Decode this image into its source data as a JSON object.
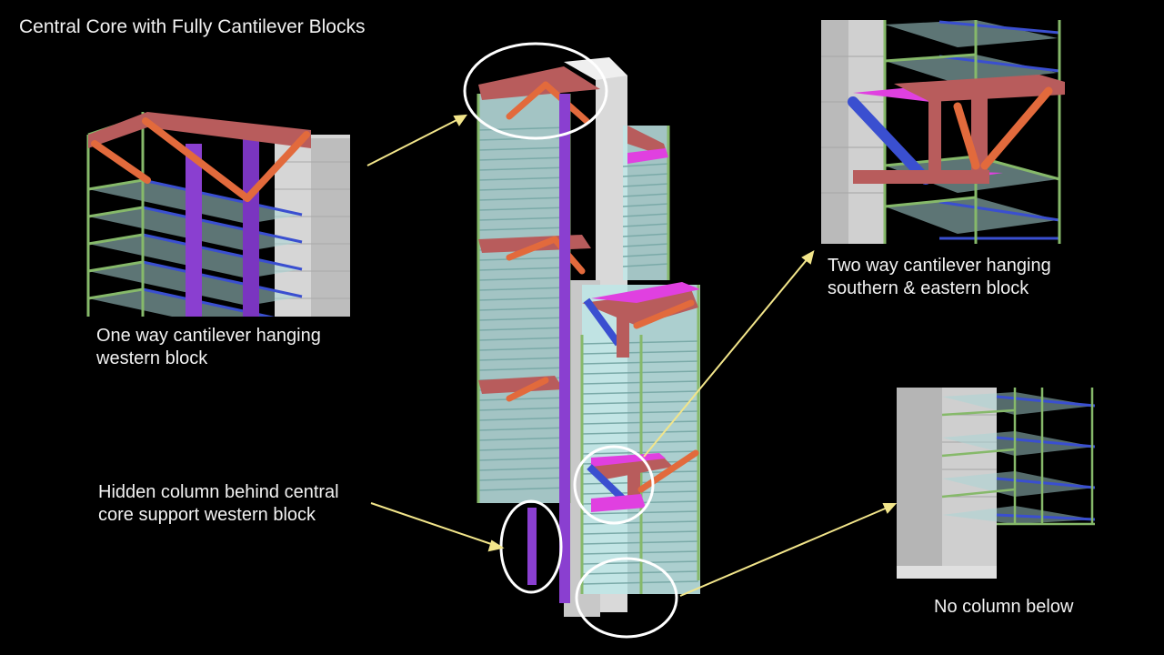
{
  "slide": {
    "title": "Central Core with Fully Cantilever Blocks"
  },
  "captions": {
    "west_line1": "One way cantilever hanging",
    "west_line2": "western block",
    "south_line1": "Two way cantilever hanging",
    "south_line2": "southern & eastern block",
    "hidden_line1": "Hidden column behind central",
    "hidden_line2": "core support western block",
    "no_column": "No column below"
  },
  "colors": {
    "background": "#000000",
    "core": "#d9d9d9",
    "slab": "#bfe6e6",
    "column_green": "#86b96a",
    "beam_blue": "#3a4fd0",
    "transfer_red": "#b85c5c",
    "diagonal_orange": "#e26a3c",
    "brace_magenta": "#e040e0",
    "hidden_column_purple": "#8a3fd0",
    "arrow_yellow": "#f2e58a",
    "highlight_white": "#ffffff"
  }
}
